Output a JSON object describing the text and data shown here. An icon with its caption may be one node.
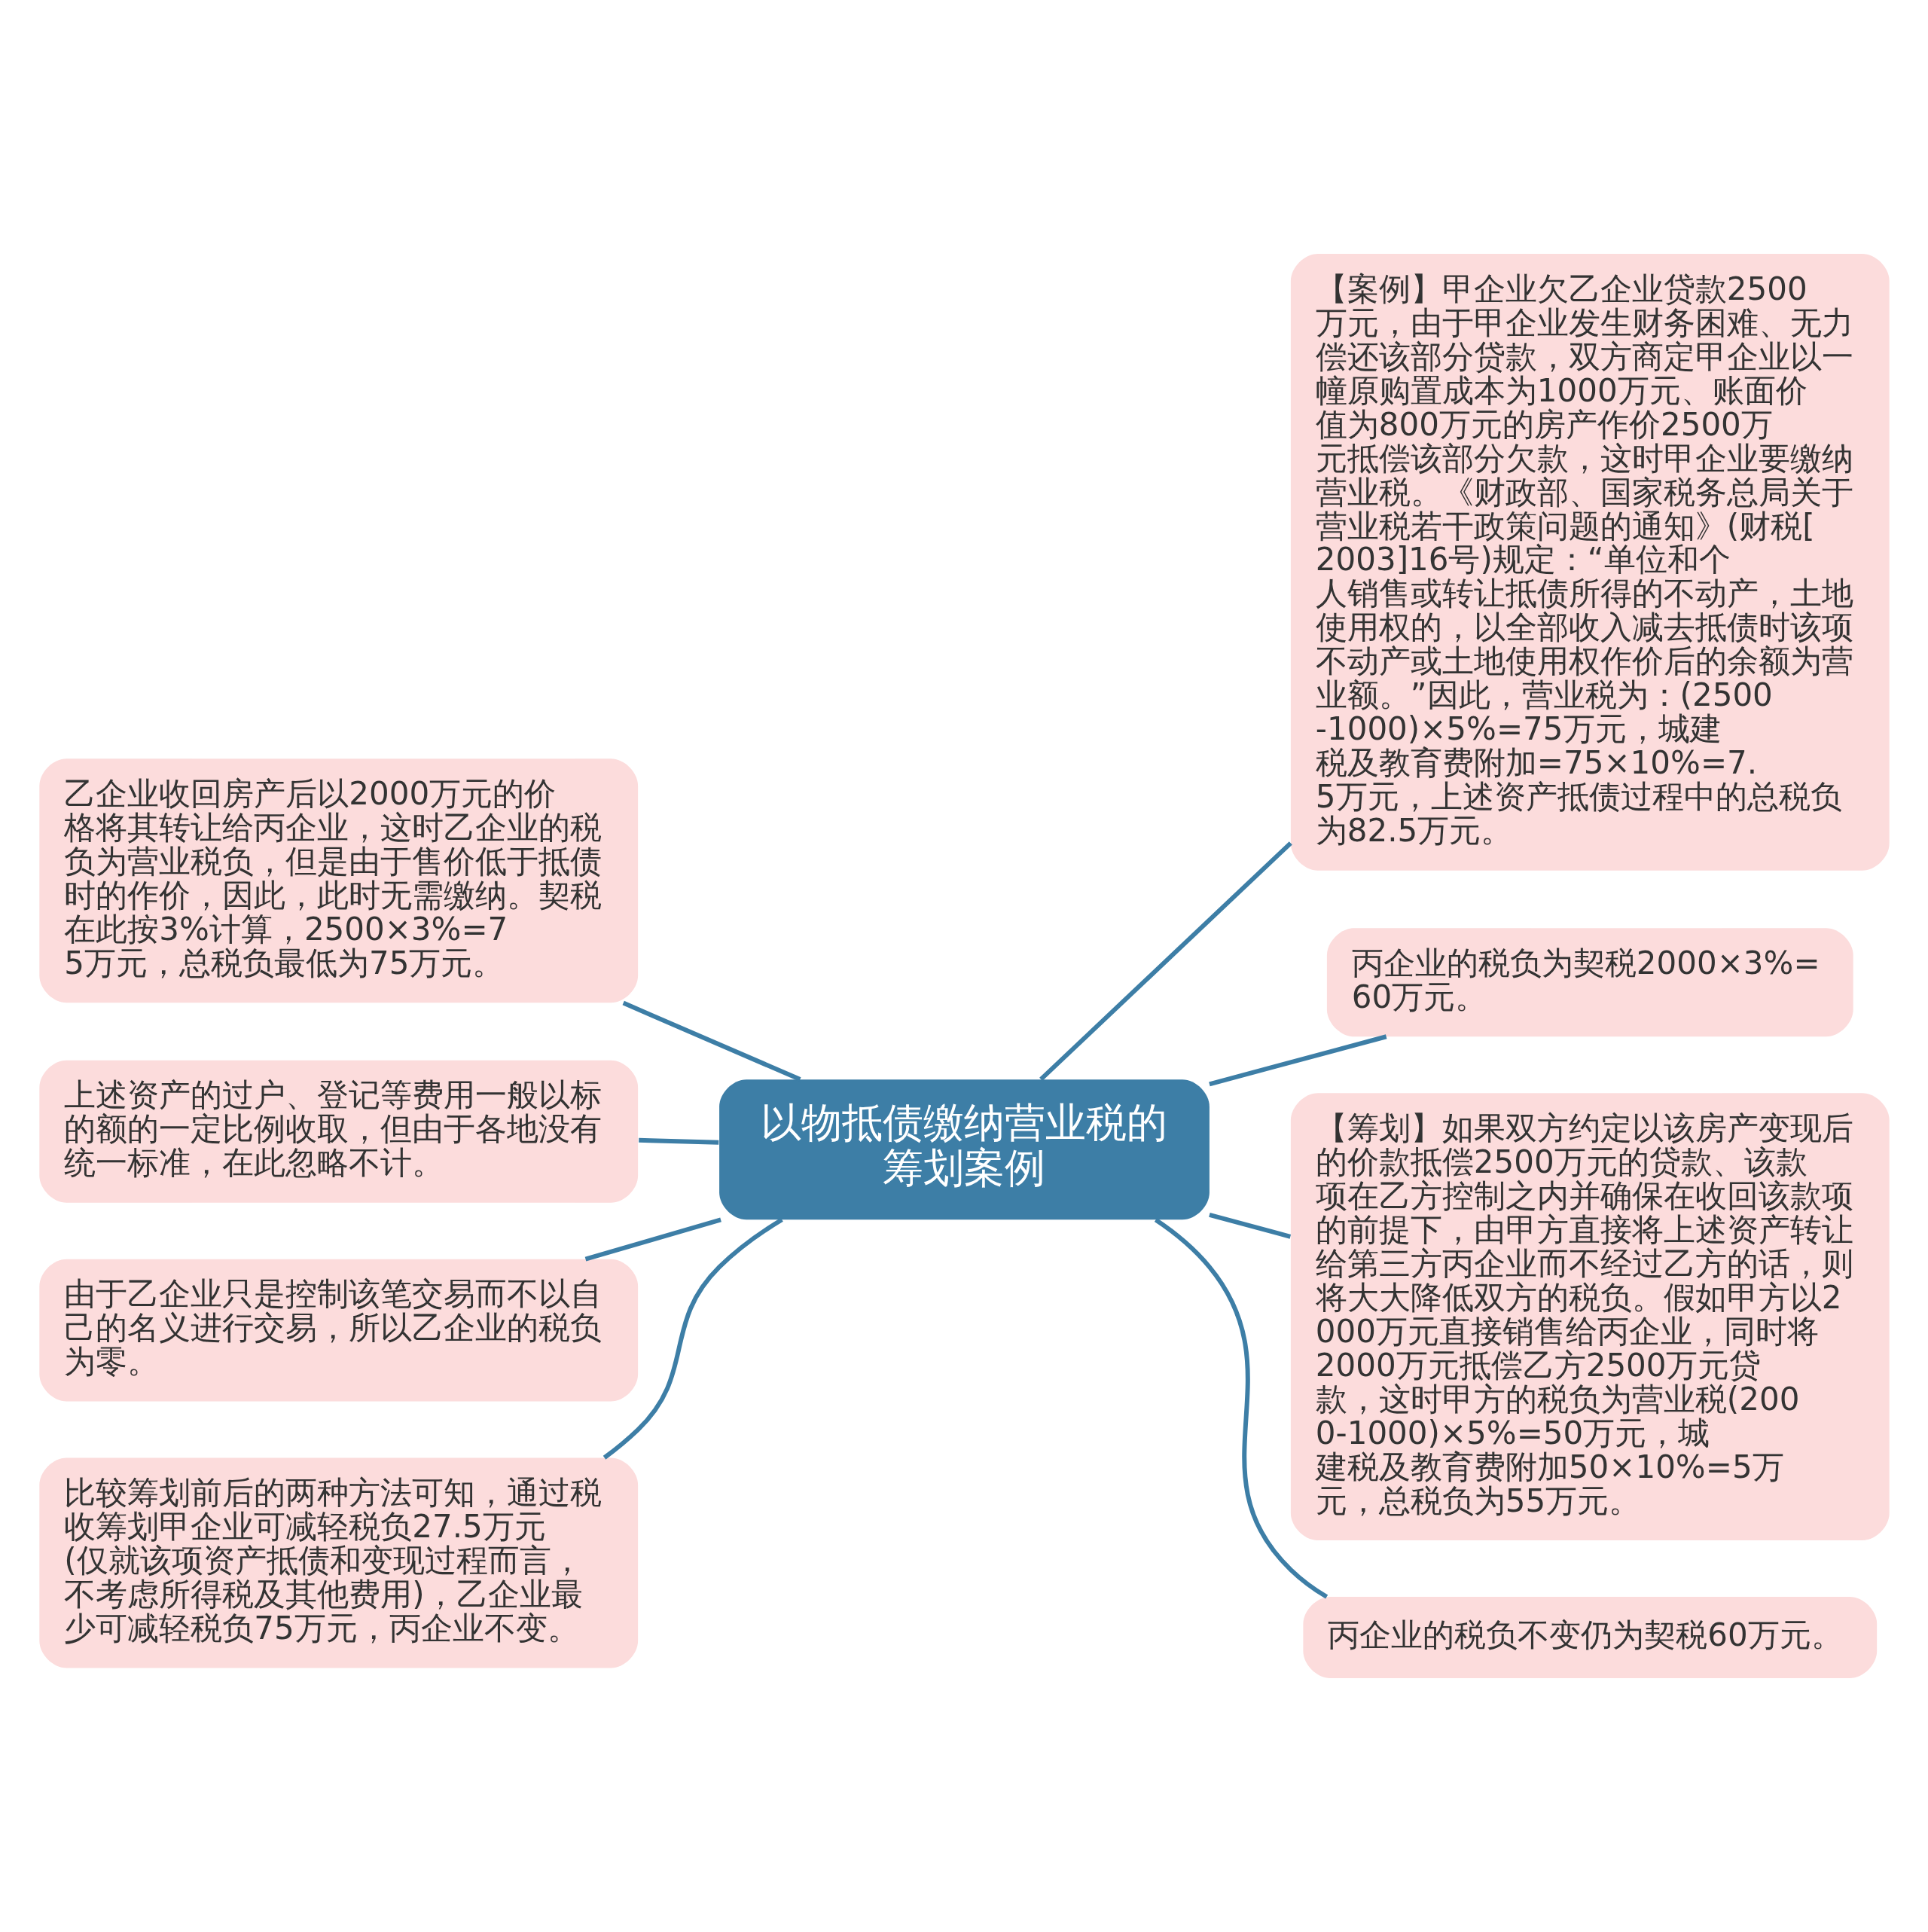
{
  "diagram": {
    "nodes": [
      {
        "text": [
          "以物抵债缴纳营业税的筹划案例"
        ]
      },
      {
        "text": [
          "乙企业收回房产后以2000万元的价格将其转让给丙企业，这时乙企业的税负为营业税负，但是由于售价低于抵债时的作价，因此，此时无需缴纳。契税在此按3%计算，2500×3%=75万元，总税负最低为75万元。"
        ]
      },
      {
        "text": [
          "上述资产的过户、登记等费用一般以标的额的一定比例收取，但由于各地没有统一标准，在此忽略不计。"
        ]
      },
      {
        "text": [
          "由于乙企业只是控制该笔交易而不以自己的名义进行交易，所以乙企业的税负为零。"
        ]
      },
      {
        "text": [
          "比较筹划前后的两种方法可知，通过税收筹划甲企业可减轻税负27.5万元(仅就该项资产抵债和变现过程而言，不考虑所得税及其他费用)，乙企业最少可减轻税负75万元，丙企业不变。"
        ]
      },
      {
        "text": [
          "【案例】甲企业欠乙企业贷款2500万元，由于甲企业发生财务困难、无力偿还该部分贷款，双方商定甲企业以一幢原购置成本为1000万元、账面价值为800万元的房产作价2500万元抵偿该部分欠款，这时甲企业要缴纳营业税。《财政部、国家税务总局关于营业税若干政策问题的通知》(财税[2003]16号)规定：“单位和个人销售或转让抵债所得的不动产，土地使用权的，以全部收入减去抵债时该项不动产或土地使用权作价后的余额为营业额。”因此，营业税为：(2500-1000)×5%=75万元，城建税及教育费附加=75×10%=7.5万元，上述资产抵债过程中的总税负为82.5万元。"
        ]
      },
      {
        "text": [
          "丙企业的税负为契税2000×3%=60万元。"
        ]
      },
      {
        "text": [
          "【筹划】如果双方约定以该房产变现后的价款抵偿2500万元的贷款、该款项在乙方控制之内并确保在收回该款项的前提下，由甲方直接将上述资产转让给第三方丙企业而不经过乙方的话，则将大大降低双方的税负。假如甲方以2000万元直接销售给丙企业，同时将2000万元抵偿乙方2500万元贷款，这时甲方的税负为营业税(2000-1000)×5%=50万元，城建税及教育费附加50×10%=5万元，总税负为55万元。"
        ]
      },
      {
        "text": [
          "丙企业的税负不变仍为契税60万元。"
        ]
      }
    ],
    "edges": [
      {
        "from": 0,
        "to": 1,
        "arrow": "none"
      },
      {
        "from": 0,
        "to": 2,
        "arrow": "none"
      },
      {
        "from": 0,
        "to": 3,
        "arrow": "none"
      },
      {
        "from": 0,
        "to": 4,
        "arrow": "none"
      },
      {
        "from": 0,
        "to": 5,
        "arrow": "none"
      },
      {
        "from": 0,
        "to": 6,
        "arrow": "none"
      },
      {
        "from": 0,
        "to": 7,
        "arrow": "none"
      },
      {
        "from": 0,
        "to": 8,
        "arrow": "none"
      }
    ]
  }
}
